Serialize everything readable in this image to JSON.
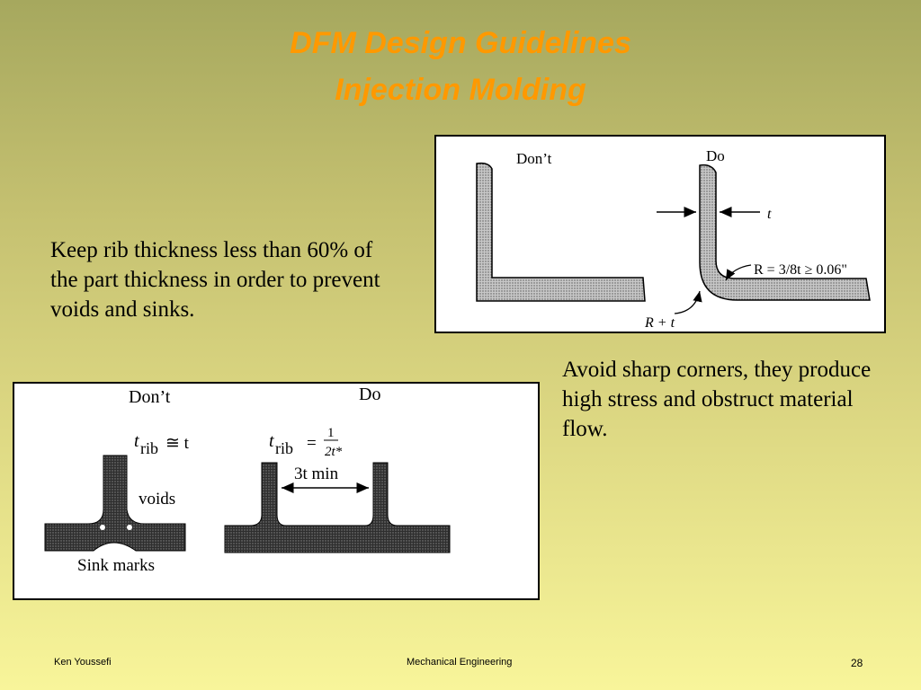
{
  "slide": {
    "title_line1": "DFM Design Guidelines",
    "title_line2": "Injection Molding",
    "rib_text": "Keep rib thickness less than 60% of the part thickness in order to prevent voids and sinks.",
    "corner_text": "Avoid sharp corners, they produce high stress and obstruct material flow."
  },
  "corner_figure": {
    "dont_label": "Don’t",
    "do_label": "Do",
    "t_label": "t",
    "radius_label": "R = 3/8t ≥ 0.06\"",
    "outer_radius_label": "R + t"
  },
  "rib_figure": {
    "dont_label": "Don’t",
    "do_label": "Do",
    "dont_formula_t": "t",
    "dont_formula_sub": "rib",
    "dont_formula_rest": "≅ t",
    "do_formula_t": "t",
    "do_formula_sub": "rib",
    "do_formula_eq": "=",
    "do_formula_num": "1",
    "do_formula_den": "2t*",
    "spacing_label": "3t min",
    "voids_label": "voids",
    "sink_label": "Sink marks"
  },
  "footer": {
    "author": "Ken Youssefi",
    "department": "Mechanical Engineering",
    "page": "28"
  }
}
